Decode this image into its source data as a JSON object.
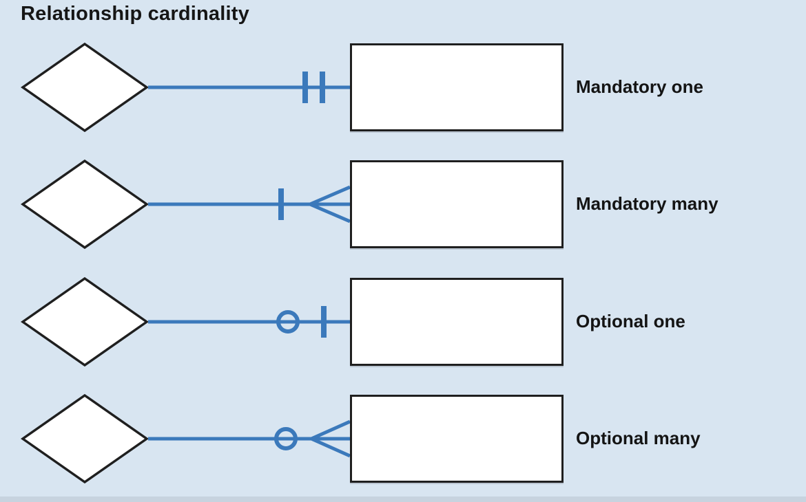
{
  "title": "Relationship cardinality",
  "colors": {
    "background": "#d8e5f1",
    "connector_blue": "#3b79bb",
    "shape_fill": "#ffffff",
    "shape_border": "#1f1f1f",
    "text": "#141414"
  },
  "rows": [
    {
      "label": "Mandatory one",
      "notation": "mandatory-one",
      "symbols": [
        "tick",
        "tick"
      ]
    },
    {
      "label": "Mandatory many",
      "notation": "mandatory-many",
      "symbols": [
        "tick",
        "crow-foot"
      ]
    },
    {
      "label": "Optional one",
      "notation": "optional-one",
      "symbols": [
        "ring",
        "tick"
      ]
    },
    {
      "label": "Optional many",
      "notation": "optional-many",
      "symbols": [
        "ring",
        "crow-foot"
      ]
    }
  ]
}
